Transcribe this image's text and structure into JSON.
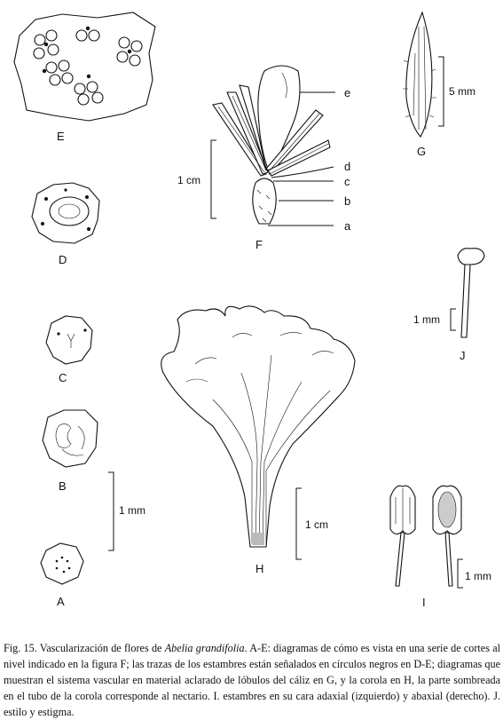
{
  "figure": {
    "labels": {
      "A": "A",
      "B": "B",
      "C": "C",
      "D": "D",
      "E": "E",
      "F": "F",
      "G": "G",
      "H": "H",
      "I": "I",
      "J": "J"
    },
    "part_labels": {
      "a": "a",
      "b": "b",
      "c": "c",
      "d": "d",
      "e": "e"
    },
    "scales": {
      "abcde": "1 mm",
      "f": "1 cm",
      "g": "5 mm",
      "h": "1 cm",
      "i": "1 mm",
      "j": "1 mm"
    }
  },
  "caption": {
    "prefix": "Fig. 15. Vascularización de flores de ",
    "species": "Abelia grandifolia",
    "body": ". A-E: diagramas de cómo es vista en una serie de cortes al nivel indicado en la figura F; las trazas de los estambres están señalados en círculos negros en D-E; diagramas que muestran el sistema vascular en material aclarado de lóbulos del cáliz en G, y la corola en H, la parte sombreada en el tubo de la corola corresponde al nectario. I. estambres en su cara adaxial (izquierdo) y abaxial (derecho). J. estilo y estigma."
  }
}
